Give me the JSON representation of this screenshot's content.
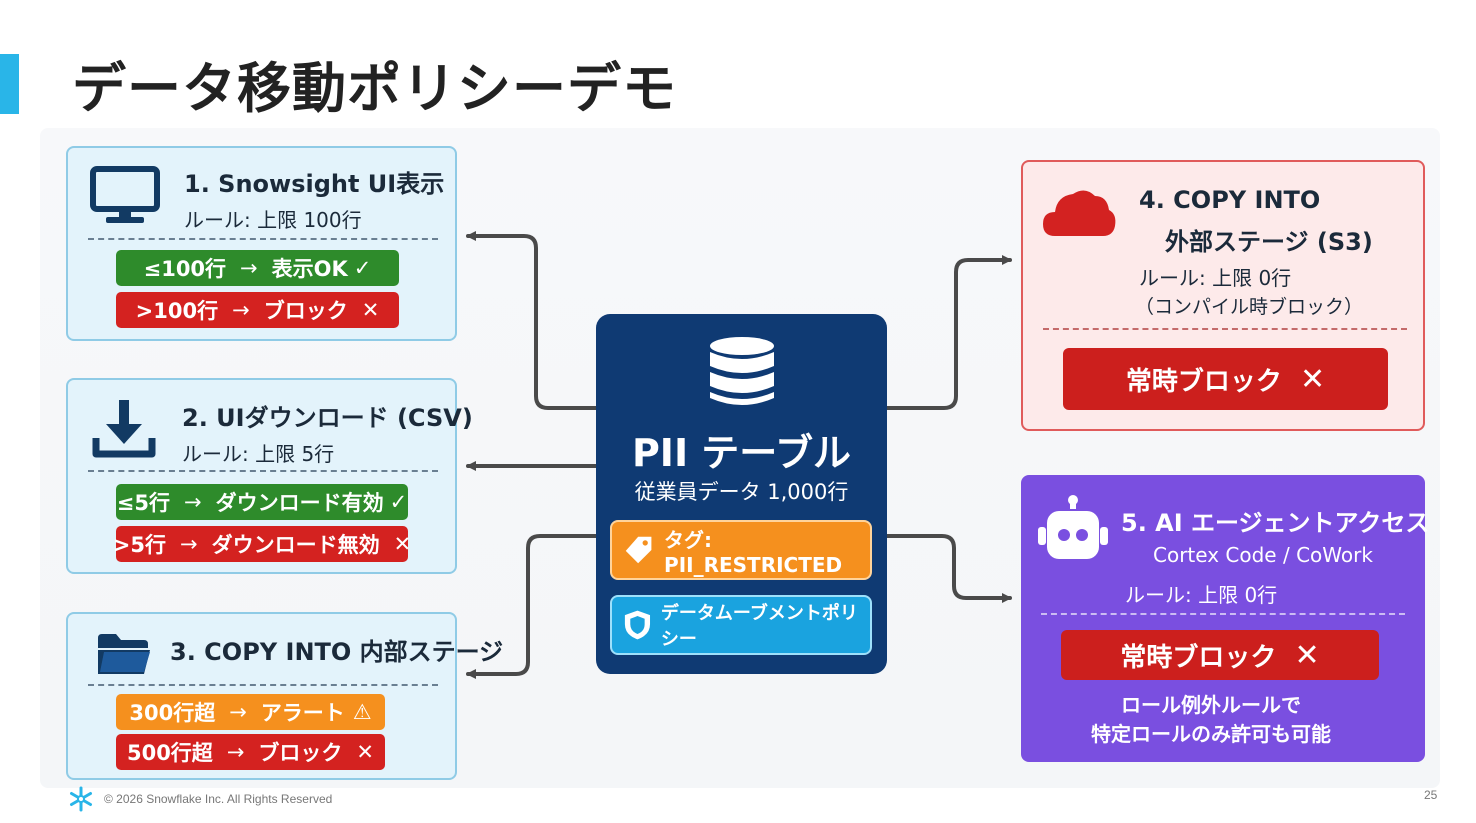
{
  "page": {
    "title": "データ移動ポリシーデモ",
    "footer": "© 2026 Snowflake Inc. All Rights Reserved",
    "page_number": "25"
  },
  "center": {
    "title": "PII テーブル",
    "subtitle": "従業員データ 1,000行",
    "tag_label": "タグ: PII_RESTRICTED",
    "policy_label": "データムーブメントポリシー",
    "icon": "database-icon"
  },
  "boxes": {
    "ui": {
      "icon": "monitor-icon",
      "title": "1. Snowsight UI表示",
      "rule": "ルール: 上限 100行",
      "ok_left": "≤100行",
      "ok_arrow": "→",
      "ok_right": "表示OK",
      "ok_mark": "✓",
      "ng_left": ">100行",
      "ng_arrow": "→",
      "ng_right": "ブロック",
      "ng_mark": "✕"
    },
    "download": {
      "icon": "download-icon",
      "title": "2. UIダウンロード (CSV)",
      "rule": "ルール: 上限 5行",
      "ok_left": "≤5行",
      "ok_arrow": "→",
      "ok_right": "ダウンロード有効",
      "ok_mark": "✓",
      "ng_left": ">5行",
      "ng_arrow": "→",
      "ng_right": "ダウンロード無効",
      "ng_mark": "✕"
    },
    "internal": {
      "icon": "folder-icon",
      "title": "3. COPY INTO 内部ステージ",
      "warn_left": "300行超",
      "warn_arrow": "→",
      "warn_right": "アラート",
      "warn_mark": "⚠",
      "ng_left": "500行超",
      "ng_arrow": "→",
      "ng_right": "ブロック",
      "ng_mark": "✕"
    },
    "external": {
      "icon": "cloud-icon",
      "title_line1": "4. COPY INTO",
      "title_line2": "外部ステージ (S3)",
      "rule": "ルール: 上限 0行",
      "rule_note": "（コンパイル時ブロック）",
      "block_label": "常時ブロック",
      "block_mark": "✕"
    },
    "ai": {
      "icon": "robot-icon",
      "title": "5. AI エージェントアクセス",
      "subtitle": "Cortex Code / CoWork",
      "rule": "ルール: 上限 0行",
      "block_label": "常時ブロック",
      "block_mark": "✕",
      "note_line1": "ロール例外ルールで",
      "note_line2": "特定ロールのみ許可も可能"
    }
  },
  "colors": {
    "accent": "#29b5e8",
    "center_bg": "#0f3a73",
    "green": "#2e8b2b",
    "red": "#d42220",
    "orange": "#f5901e",
    "purple": "#7a4fe0",
    "connector": "#4a4a4a"
  }
}
